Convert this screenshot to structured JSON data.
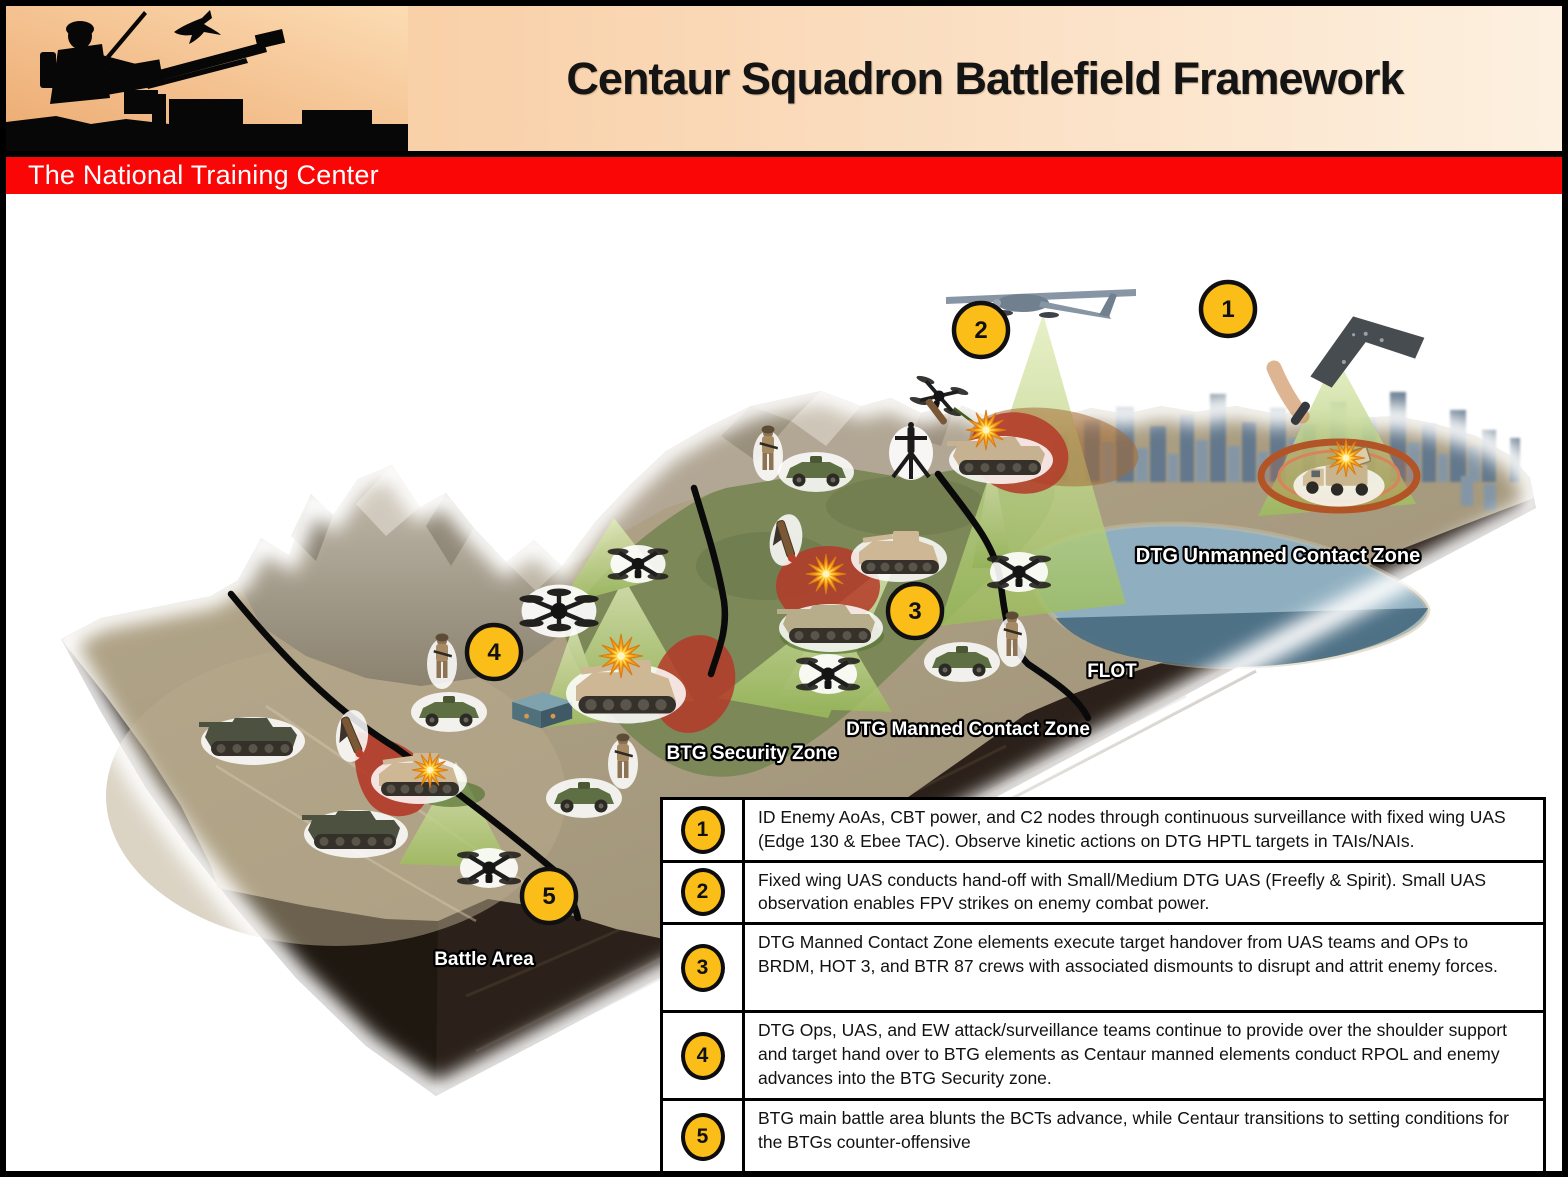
{
  "header": {
    "title": "Centaur Squadron Battlefield Framework",
    "banner": "The National Training Center"
  },
  "map": {
    "labels": {
      "unmanned_zone": "DTG Unmanned Contact Zone",
      "flot": "FLOT",
      "manned_zone": "DTG Manned Contact Zone",
      "security_zone": "BTG Security Zone",
      "battle_area": "Battle Area"
    },
    "callout_numbers": [
      "1",
      "2",
      "3",
      "4",
      "5"
    ],
    "icons": [
      "fixed-wing-uav",
      "flying-wing-uav",
      "quadcopter",
      "hexacopter",
      "fpv-strike-drone",
      "tank",
      "bradley-ifv",
      "armored-car",
      "soldier",
      "tripod-antenna",
      "radar-truck",
      "atgm-launcher",
      "explosion",
      "city-skyline",
      "lake",
      "command-post"
    ]
  },
  "legend": {
    "rows": [
      {
        "number": "1",
        "text": "ID Enemy AoAs, CBT power, and C2 nodes through continuous surveillance with fixed wing UAS (Edge 130 & Ebee TAC). Observe kinetic actions on DTG HPTL targets in TAIs/NAIs."
      },
      {
        "number": "2",
        "text": "Fixed wing UAS conducts hand-off with Small/Medium DTG UAS (Freefly & Spirit). Small UAS observation enables FPV strikes on enemy combat power."
      },
      {
        "number": "3",
        "text": "DTG Manned Contact Zone elements execute target handover from UAS teams and OPs to BRDM, HOT 3, and BTR 87 crews with associated dismounts to disrupt and attrit enemy forces."
      },
      {
        "number": "4",
        "text": "DTG Ops, UAS, and EW attack/surveillance teams continue to provide over the shoulder support and target hand over to BTG elements as Centaur manned elements conduct RPOL and enemy advances into the BTG Security zone."
      },
      {
        "number": "5",
        "text": "BTG main battle area blunts the BCTs advance, while Centaur transitions to setting conditions for the BTGs counter-offensive"
      }
    ]
  },
  "colors": {
    "banner_red": "#fa0606",
    "callout_yellow": "#FBBE18",
    "cone_green": "#b2cc74",
    "threat_red": "#b43a28",
    "lake_blue": "#8fafc0",
    "cliff_brown": "#2b211a",
    "header_gradient": "#f7c493"
  }
}
